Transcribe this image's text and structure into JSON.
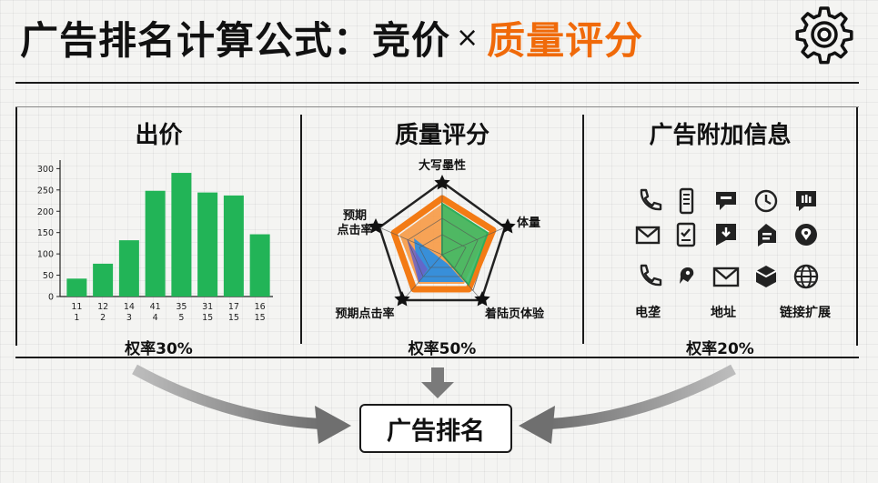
{
  "header": {
    "title_prefix": "广告排名计算公式：竞价",
    "times": "×",
    "title_accent": "质量评分"
  },
  "colors": {
    "accent": "#f06a0a",
    "bar_green": "#22b457",
    "radar_orange": "#f37b15",
    "radar_green": "#2fae5b",
    "radar_blue": "#2d8ee0"
  },
  "panels": {
    "bid": {
      "title": "出价",
      "weight": "权率30%"
    },
    "quality": {
      "title": "质量评分",
      "weight": "权率50%",
      "axes": [
        "大写墨性",
        "体量",
        "着陆页体验",
        "预期点击率",
        "预期\n点击率"
      ]
    },
    "extensions": {
      "title": "广告附加信息",
      "weight": "权率20%",
      "icons": [
        [
          "phone-icon",
          "phone-device-icon",
          "message-icon",
          "clock-icon",
          "chat-bars-icon"
        ],
        [
          "mail-icon",
          "checklist-icon",
          "download-icon",
          "note-bubble-icon",
          "location-pin-icon"
        ],
        [
          "phone-icon",
          "map-bubble-icon",
          "envelope-icon",
          "box-icon",
          "globe-icon"
        ]
      ],
      "labels": [
        "电垄",
        "地址",
        "链接扩展"
      ]
    }
  },
  "chart_data": {
    "type": "bar",
    "categories": [
      "11\n1",
      "12\n2",
      "14\n3",
      "41\n4",
      "35\n5",
      "31\n15",
      "17\n15",
      "16\n15"
    ],
    "values": [
      42,
      77,
      132,
      248,
      290,
      244,
      237,
      146
    ],
    "ylim": [
      0,
      320
    ],
    "yticks": [
      0,
      50,
      100,
      150,
      200,
      250,
      300
    ],
    "xlabel": "",
    "ylabel": "",
    "grid": false
  },
  "result": {
    "label": "广告排名"
  }
}
